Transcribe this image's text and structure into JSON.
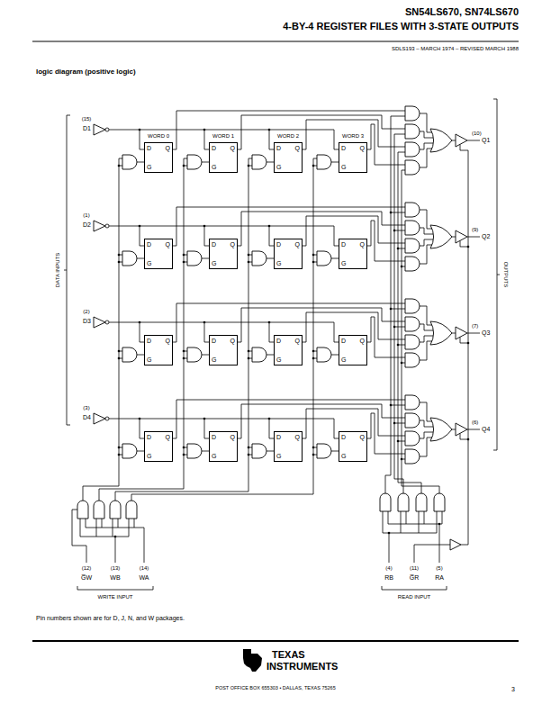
{
  "diagram": {
    "nodes": [
      {
        "text": [
          "D",
          "Q",
          "G"
        ]
      },
      {
        "text": [
          "D",
          "Q",
          "G"
        ]
      },
      {
        "text": [
          "D",
          "Q",
          "G"
        ]
      },
      {
        "text": [
          "D",
          "Q",
          "G"
        ]
      },
      {
        "text": [
          "D",
          "Q",
          "G"
        ]
      },
      {
        "text": [
          "D",
          "Q",
          "G"
        ]
      },
      {
        "text": [
          "D",
          "Q",
          "G"
        ]
      },
      {
        "text": [
          "D",
          "Q",
          "G"
        ]
      },
      {
        "text": [
          "D",
          "Q",
          "G"
        ]
      },
      {
        "text": [
          "D",
          "Q",
          "G"
        ]
      },
      {
        "text": [
          "D",
          "Q",
          "G"
        ]
      },
      {
        "text": [
          "D",
          "Q",
          "G"
        ]
      },
      {
        "text": [
          "D",
          "Q",
          "G"
        ]
      },
      {
        "text": [
          "D",
          "Q",
          "G"
        ]
      },
      {
        "text": [
          "D",
          "Q",
          "G"
        ]
      },
      {
        "text": [
          "D",
          "Q",
          "G"
        ]
      }
    ],
    "labels": [
      "SN54LS670, SN74LS670",
      "4-BY-4 REGISTER FILES WITH 3-STATE OUTPUTS",
      "SDLS193 – MARCH 1974 – REVISED MARCH 1988",
      "logic diagram (positive logic)",
      "WORD 0",
      "WORD 1",
      "WORD 2",
      "WORD 3",
      "(15)",
      "D1",
      "(10)",
      "Q1",
      "(1)",
      "D2",
      "(9)",
      "Q2",
      "DATA INPUTS",
      "OUTPUTS",
      "(2)",
      "D3",
      "(7)",
      "Q3",
      "(3)",
      "D4",
      "(6)",
      "Q4",
      "(12)",
      "G̅W",
      "(13)",
      "WB",
      "(14)",
      "WA",
      "WRITE INPUT",
      "(4)",
      "RB",
      "(11)",
      "G̅R",
      "(5)",
      "RA",
      "READ INPUT",
      "Pin numbers shown are for D, J, N, and W packages.",
      "TEXAS",
      "INSTRUMENTS",
      "POST OFFICE BOX 655303 • DALLAS, TEXAS 75265",
      "3"
    ]
  }
}
